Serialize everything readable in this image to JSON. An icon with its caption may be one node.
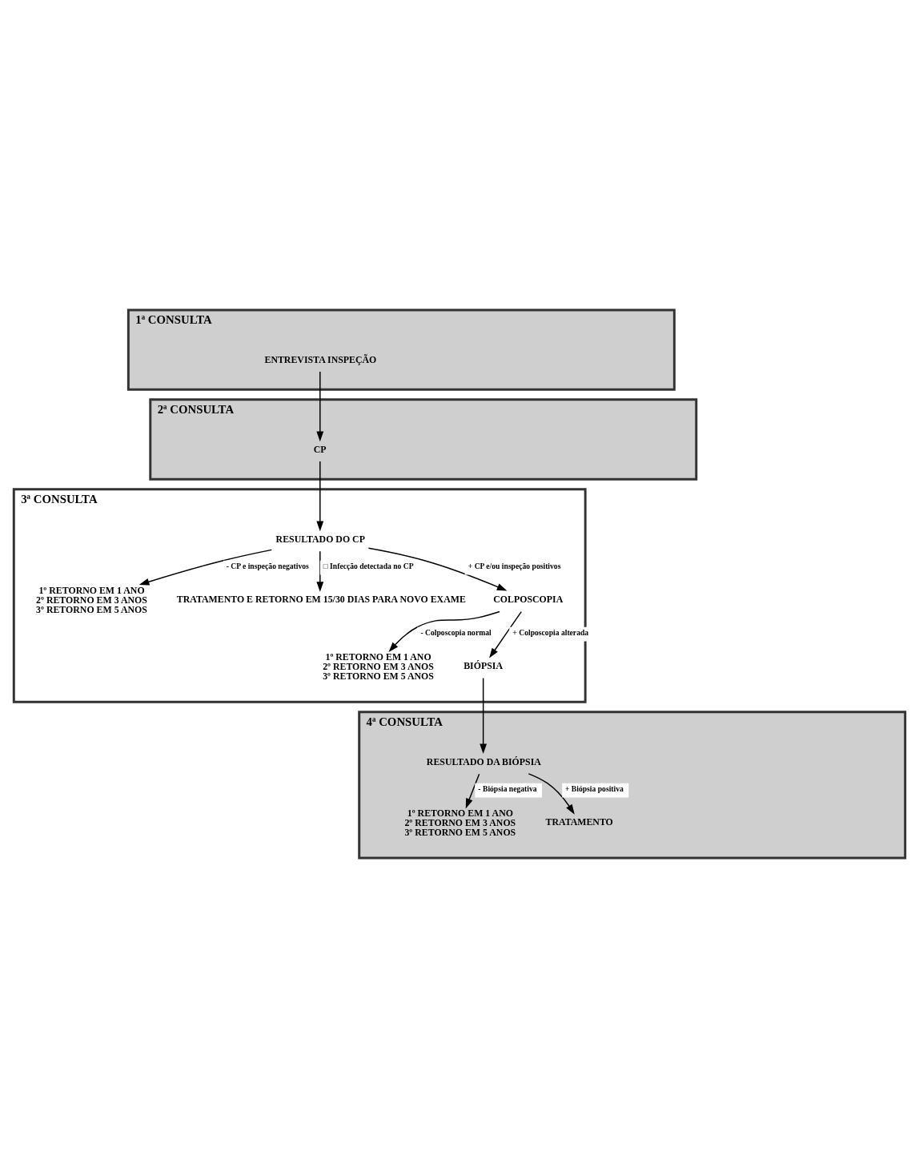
{
  "diagram": {
    "nodes": [
      {
        "text": [
          "1ª CONSULTA"
        ]
      },
      {
        "text": [
          "ENTREVISTA INSPEÇÃO"
        ],
        "in": 0
      },
      {
        "text": [
          "2ª CONSULTA"
        ]
      },
      {
        "text": [
          "CP"
        ],
        "in": 2
      },
      {
        "text": [
          "3ª CONSULTA"
        ]
      },
      {
        "text": [
          "RESULTADO DO CP"
        ],
        "in": 4
      },
      {
        "text": [
          "1º RETORNO EM 1 ANO",
          "2º RETORNO EM 3 ANOS",
          "3º RETORNO EM 5 ANOS"
        ],
        "in": 4
      },
      {
        "text": [
          "TRATAMENTO E RETORNO EM 15/30 DIAS PARA NOVO EXAME"
        ],
        "in": 4
      },
      {
        "text": [
          "COLPOSCOPIA"
        ],
        "in": 4
      },
      {
        "text": [
          "1º RETORNO EM 1 ANO",
          "2º RETORNO EM 3 ANOS",
          "3º RETORNO EM 5 ANOS"
        ],
        "in": 4
      },
      {
        "text": [
          "BIÓPSIA"
        ],
        "in": 4
      },
      {
        "text": [
          "4ª CONSULTA"
        ]
      },
      {
        "text": [
          "RESULTADO DA BIÓPSIA"
        ],
        "in": 11
      },
      {
        "text": [
          "1º RETORNO EM 1 ANO",
          "2º RETORNO EM 3 ANOS",
          "3º RETORNO EM 5 ANOS"
        ],
        "in": 11
      },
      {
        "text": [
          "TRATAMENTO"
        ],
        "in": 11
      }
    ],
    "edges": [
      {
        "from": 1,
        "to": 3,
        "arrow": "to"
      },
      {
        "from": 3,
        "to": 5,
        "arrow": "to"
      },
      {
        "from": 5,
        "to": 6,
        "arrow": "to",
        "label": "- CP e inspeção negativos"
      },
      {
        "from": 5,
        "to": 7,
        "arrow": "to",
        "label": "□ Infecção detectada no CP"
      },
      {
        "from": 5,
        "to": 8,
        "arrow": "to",
        "label": "+ CP e/ou inspeção positivos"
      },
      {
        "from": 8,
        "to": 9,
        "arrow": "to",
        "label": "- Colposcopia normal"
      },
      {
        "from": 8,
        "to": 10,
        "arrow": "to",
        "label": "+ Colposcopia alterada"
      },
      {
        "from": 10,
        "to": 12,
        "arrow": "to"
      },
      {
        "from": 12,
        "to": 13,
        "arrow": "to",
        "label": "- Biópsia negativa"
      },
      {
        "from": 12,
        "to": 14,
        "arrow": "to",
        "label": "+ Biópsia positiva"
      }
    ]
  }
}
